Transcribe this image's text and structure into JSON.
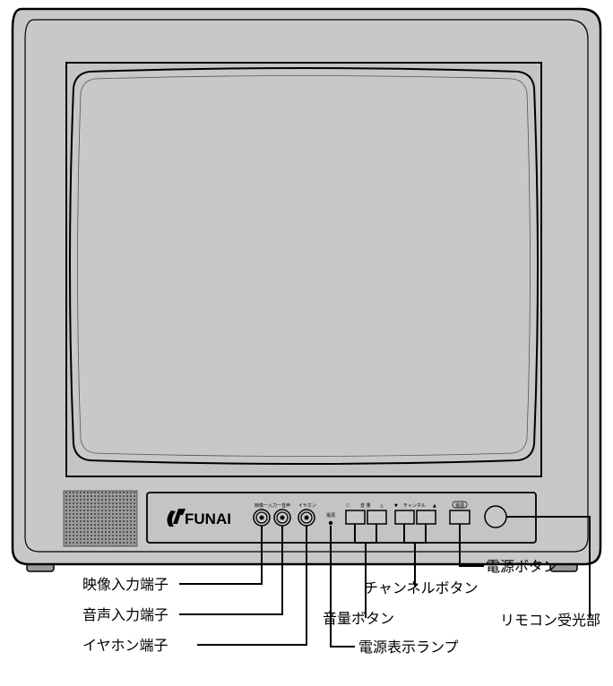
{
  "device": {
    "brand": "FUNAI",
    "panel_labels": {
      "av_input": "映像ー入力ー音声",
      "earphone": "イヤホン",
      "power_lamp": "電源",
      "volume_down": "▽",
      "volume": "音 量",
      "volume_up": "△",
      "channel_down": "▼",
      "channel": "チャンネル",
      "channel_up": "▲",
      "power": "電源"
    }
  },
  "callouts": {
    "power_button": "電源ボタン",
    "remote_sensor": "リモコン受光部",
    "channel_buttons": "チャンネルボタン",
    "volume_buttons": "音量ボタン",
    "video_input": "映像入力端子",
    "audio_input": "音声入力端子",
    "earphone_jack": "イヤホン端子",
    "power_lamp": "電源表示ランプ"
  }
}
